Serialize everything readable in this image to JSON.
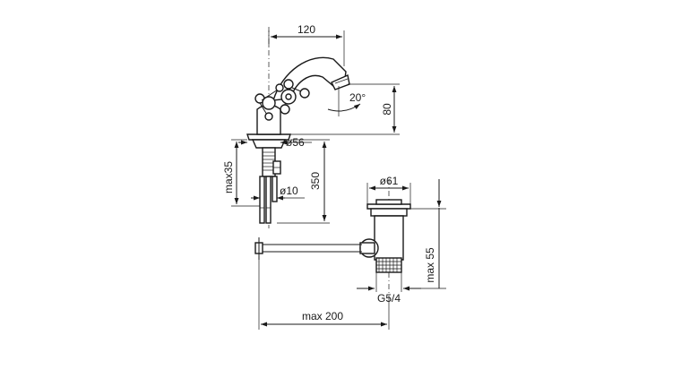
{
  "dimensions": {
    "spout_reach": "120",
    "spout_angle": "20°",
    "spout_height": "80",
    "base_diameter": "ø56",
    "supply_length": "350",
    "tube_diameter": "ø10",
    "max_deck": "max35",
    "waste_diameter": "ø61",
    "waste_height": "max 55",
    "waste_thread": "G5/4",
    "rod_length": "max 200"
  }
}
